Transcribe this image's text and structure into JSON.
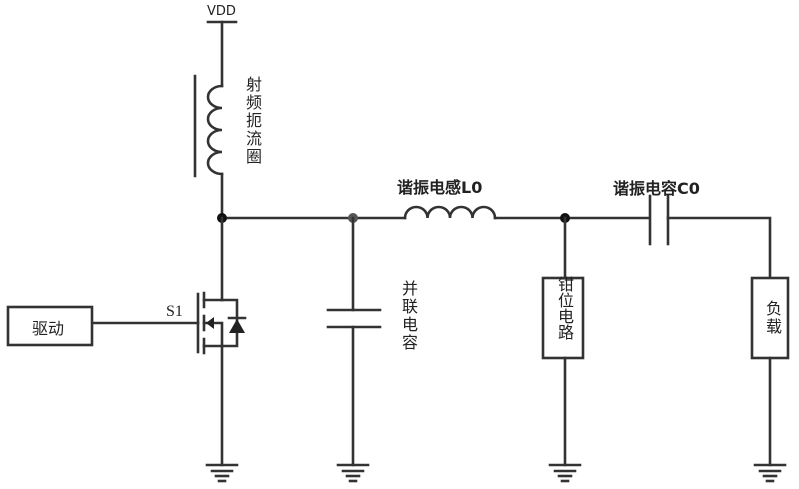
{
  "diagram": {
    "type": "circuit-schematic",
    "supply_label": "VDD",
    "components": {
      "rf_choke": {
        "label": "射频扼流圈"
      },
      "switch": {
        "label": "S1"
      },
      "driver": {
        "label": "驱动"
      },
      "parallel_capacitor": {
        "label": "并联电容"
      },
      "resonant_inductor": {
        "label": "谐振电感L0"
      },
      "clamp_circuit": {
        "label": "钳位电路"
      },
      "resonant_capacitor": {
        "label": "谐振电容C0"
      },
      "load": {
        "label": "负载"
      }
    },
    "colors": {
      "wire": "#333333",
      "background": "#ffffff"
    }
  }
}
